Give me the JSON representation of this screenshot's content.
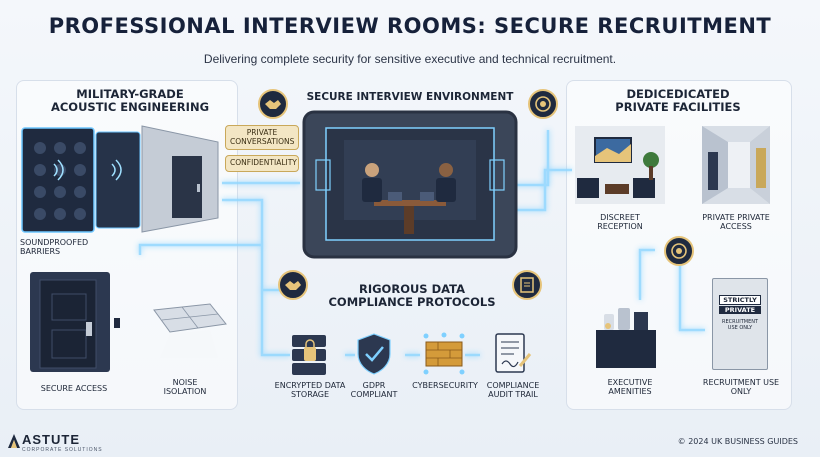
{
  "header": {
    "title": "PROFESSIONAL INTERVIEW ROOMS: SECURE RECRUITMENT",
    "subtitle": "Delivering complete security for sensitive executive and technical recruitment."
  },
  "acoustic": {
    "title": "MILITARY-GRADE ACOUSTIC ENGINEERING",
    "pill_private": "PRIVATE CONVERSATIONS",
    "pill_confidentiality": "CONFIDENTIALITY",
    "soundproofed": "SOUNDPROOFED BARRIERS",
    "secure_access": "SECURE ACCESS",
    "noise_isolation": "NOISE ISOLATION"
  },
  "environment": {
    "title": "SECURE INTERVIEW ENVIRONMENT"
  },
  "compliance": {
    "title": "RIGOROUS DATA COMPLIANCE PROTOCOLS",
    "items": [
      {
        "label": "ENCRYPTED DATA STORAGE"
      },
      {
        "label": "GDPR COMPLIANT"
      },
      {
        "label": "CYBERSECURITY"
      },
      {
        "label": "COMPLIANCE AUDIT TRAIL"
      }
    ]
  },
  "facilities": {
    "title": "DEDICEDICATED PRIVATE FACILITIES",
    "discreet_reception": "DISCREET RECEPTION",
    "private_access": "PRIVATE PRIVATE ACCESS",
    "executive_amenities": "EXECUTIVE AMENITIES",
    "recruitment_use": "RECRUITMENT USE ONLY",
    "sign_line1": "STRICTLY",
    "sign_line2": "PRIVATE",
    "sign_line3": "RECRUITMENT USE ONLY"
  },
  "footer": {
    "logo_name": "ASTUTE",
    "logo_tagline": "CORPORATE SOLUTIONS",
    "copyright": "© 2024 UK BUSINESS GUIDES"
  },
  "colors": {
    "accent_glow": "#7fd0ff",
    "gold": "#e6c47a",
    "navy": "#1f2a3f"
  }
}
